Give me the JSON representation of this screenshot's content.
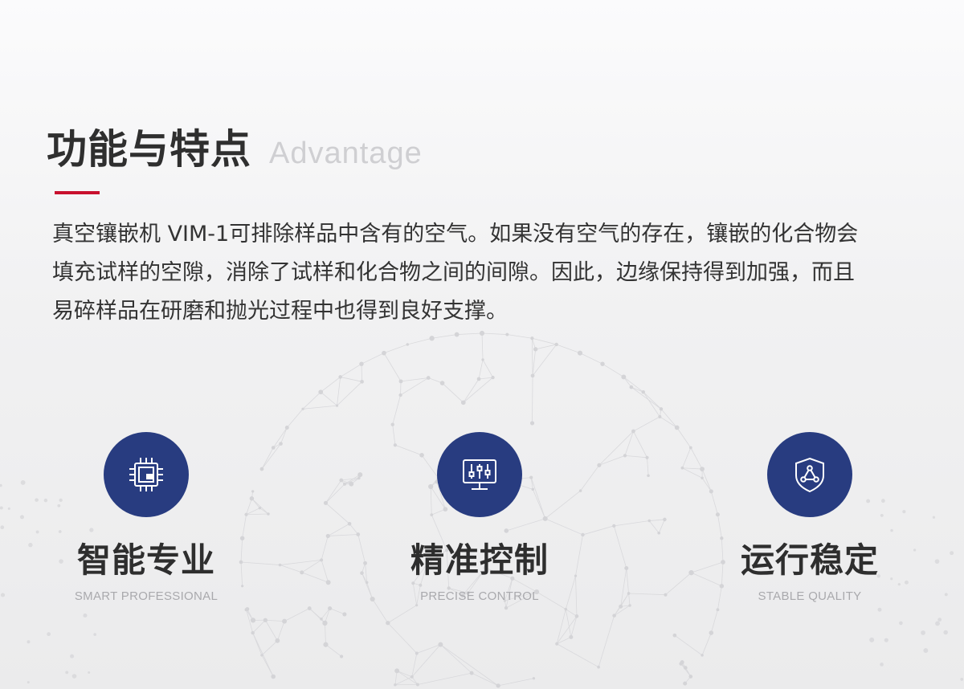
{
  "header": {
    "title_cn": "功能与特点",
    "title_en": "Advantage"
  },
  "intro": {
    "text": "真空镶嵌机 VIM-1可排除样品中含有的空气。如果没有空气的存在，镶嵌的化合物会填充试样的空隙，消除了试样和化合物之间的间隙。因此，边缘保持得到加强，而且易碎样品在研磨和抛光过程中也得到良好支撑。"
  },
  "features": [
    {
      "name": "智能专业",
      "subtitle": "SMART PROFESSIONAL",
      "icon": "chip-icon"
    },
    {
      "name": "精准控制",
      "subtitle": "PRECISE CONTROL",
      "icon": "monitor-sliders-icon"
    },
    {
      "name": "运行稳定",
      "subtitle": "STABLE QUALITY",
      "icon": "shield-triangle-icon"
    }
  ],
  "colors": {
    "accent": "#c8102e",
    "icon_circle": "#283c80",
    "title": "#2f2f2f",
    "title_en": "#cfcfd2",
    "subtitle": "#a9a9ad"
  }
}
